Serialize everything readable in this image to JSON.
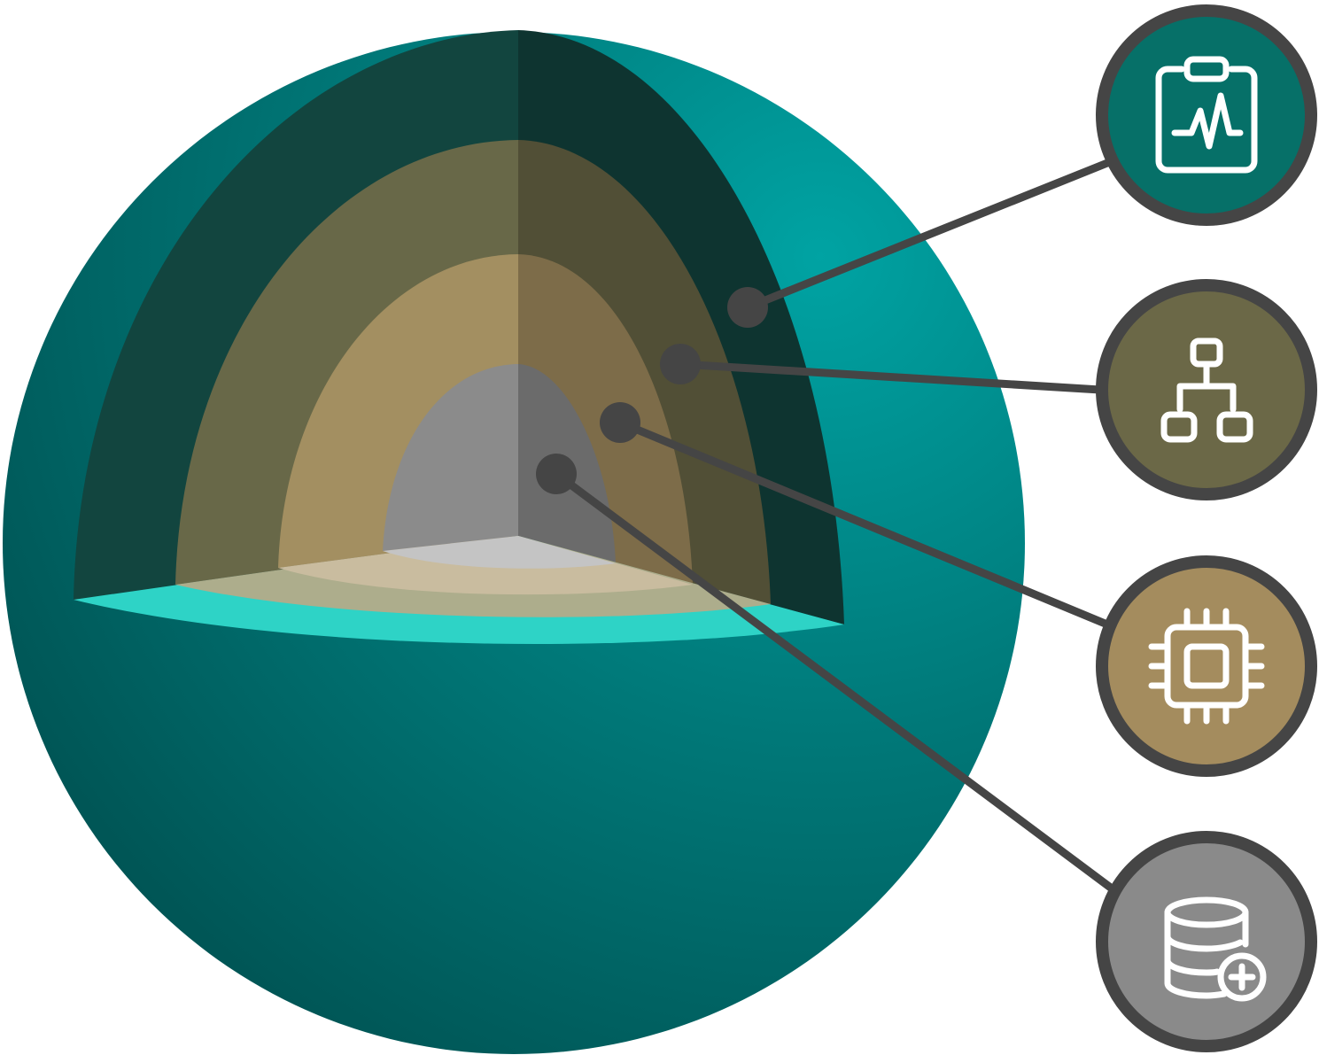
{
  "diagram": {
    "layers": [
      {
        "id": "crust",
        "color": "#0E3733"
      },
      {
        "id": "mantle",
        "color": "#666645"
      },
      {
        "id": "outer-core",
        "color": "#A28C5F"
      },
      {
        "id": "inner-core",
        "color": "#8A8A8A"
      }
    ],
    "sphere_colors": {
      "light": "#009A9A",
      "mid": "#007272",
      "dark": "#004E4E",
      "rim": "#2ED3C6"
    },
    "icons": [
      {
        "name": "clipboard-pulse-icon",
        "fill": "#067068"
      },
      {
        "name": "network-hierarchy-icon",
        "fill": "#6B6847"
      },
      {
        "name": "processor-chip-icon",
        "fill": "#A48C5E"
      },
      {
        "name": "database-add-icon",
        "fill": "#8A8A8A"
      }
    ],
    "connector_color": "#454545"
  }
}
